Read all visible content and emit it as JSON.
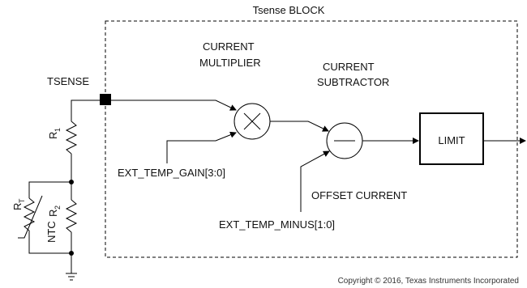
{
  "block_title": "Tsense BLOCK",
  "pin_label": "TSENSE",
  "multiplier_label": [
    "CURRENT",
    "MULTIPLIER"
  ],
  "subtractor_label": [
    "CURRENT",
    "SUBTRACTOR"
  ],
  "limit_label": "LIMIT",
  "gain_input_label": "EXT_TEMP_GAIN[3:0]",
  "minus_input_label": "EXT_TEMP_MINUS[1:0]",
  "offset_label": "OFFSET CURRENT",
  "r1": {
    "main": "R",
    "sub": "1"
  },
  "r2": {
    "main": "R",
    "sub": "2"
  },
  "rt": {
    "main": "R",
    "sub": "T"
  },
  "ntc_label": "NTC",
  "copyright": "Copyright © 2016, Texas Instruments Incorporated"
}
